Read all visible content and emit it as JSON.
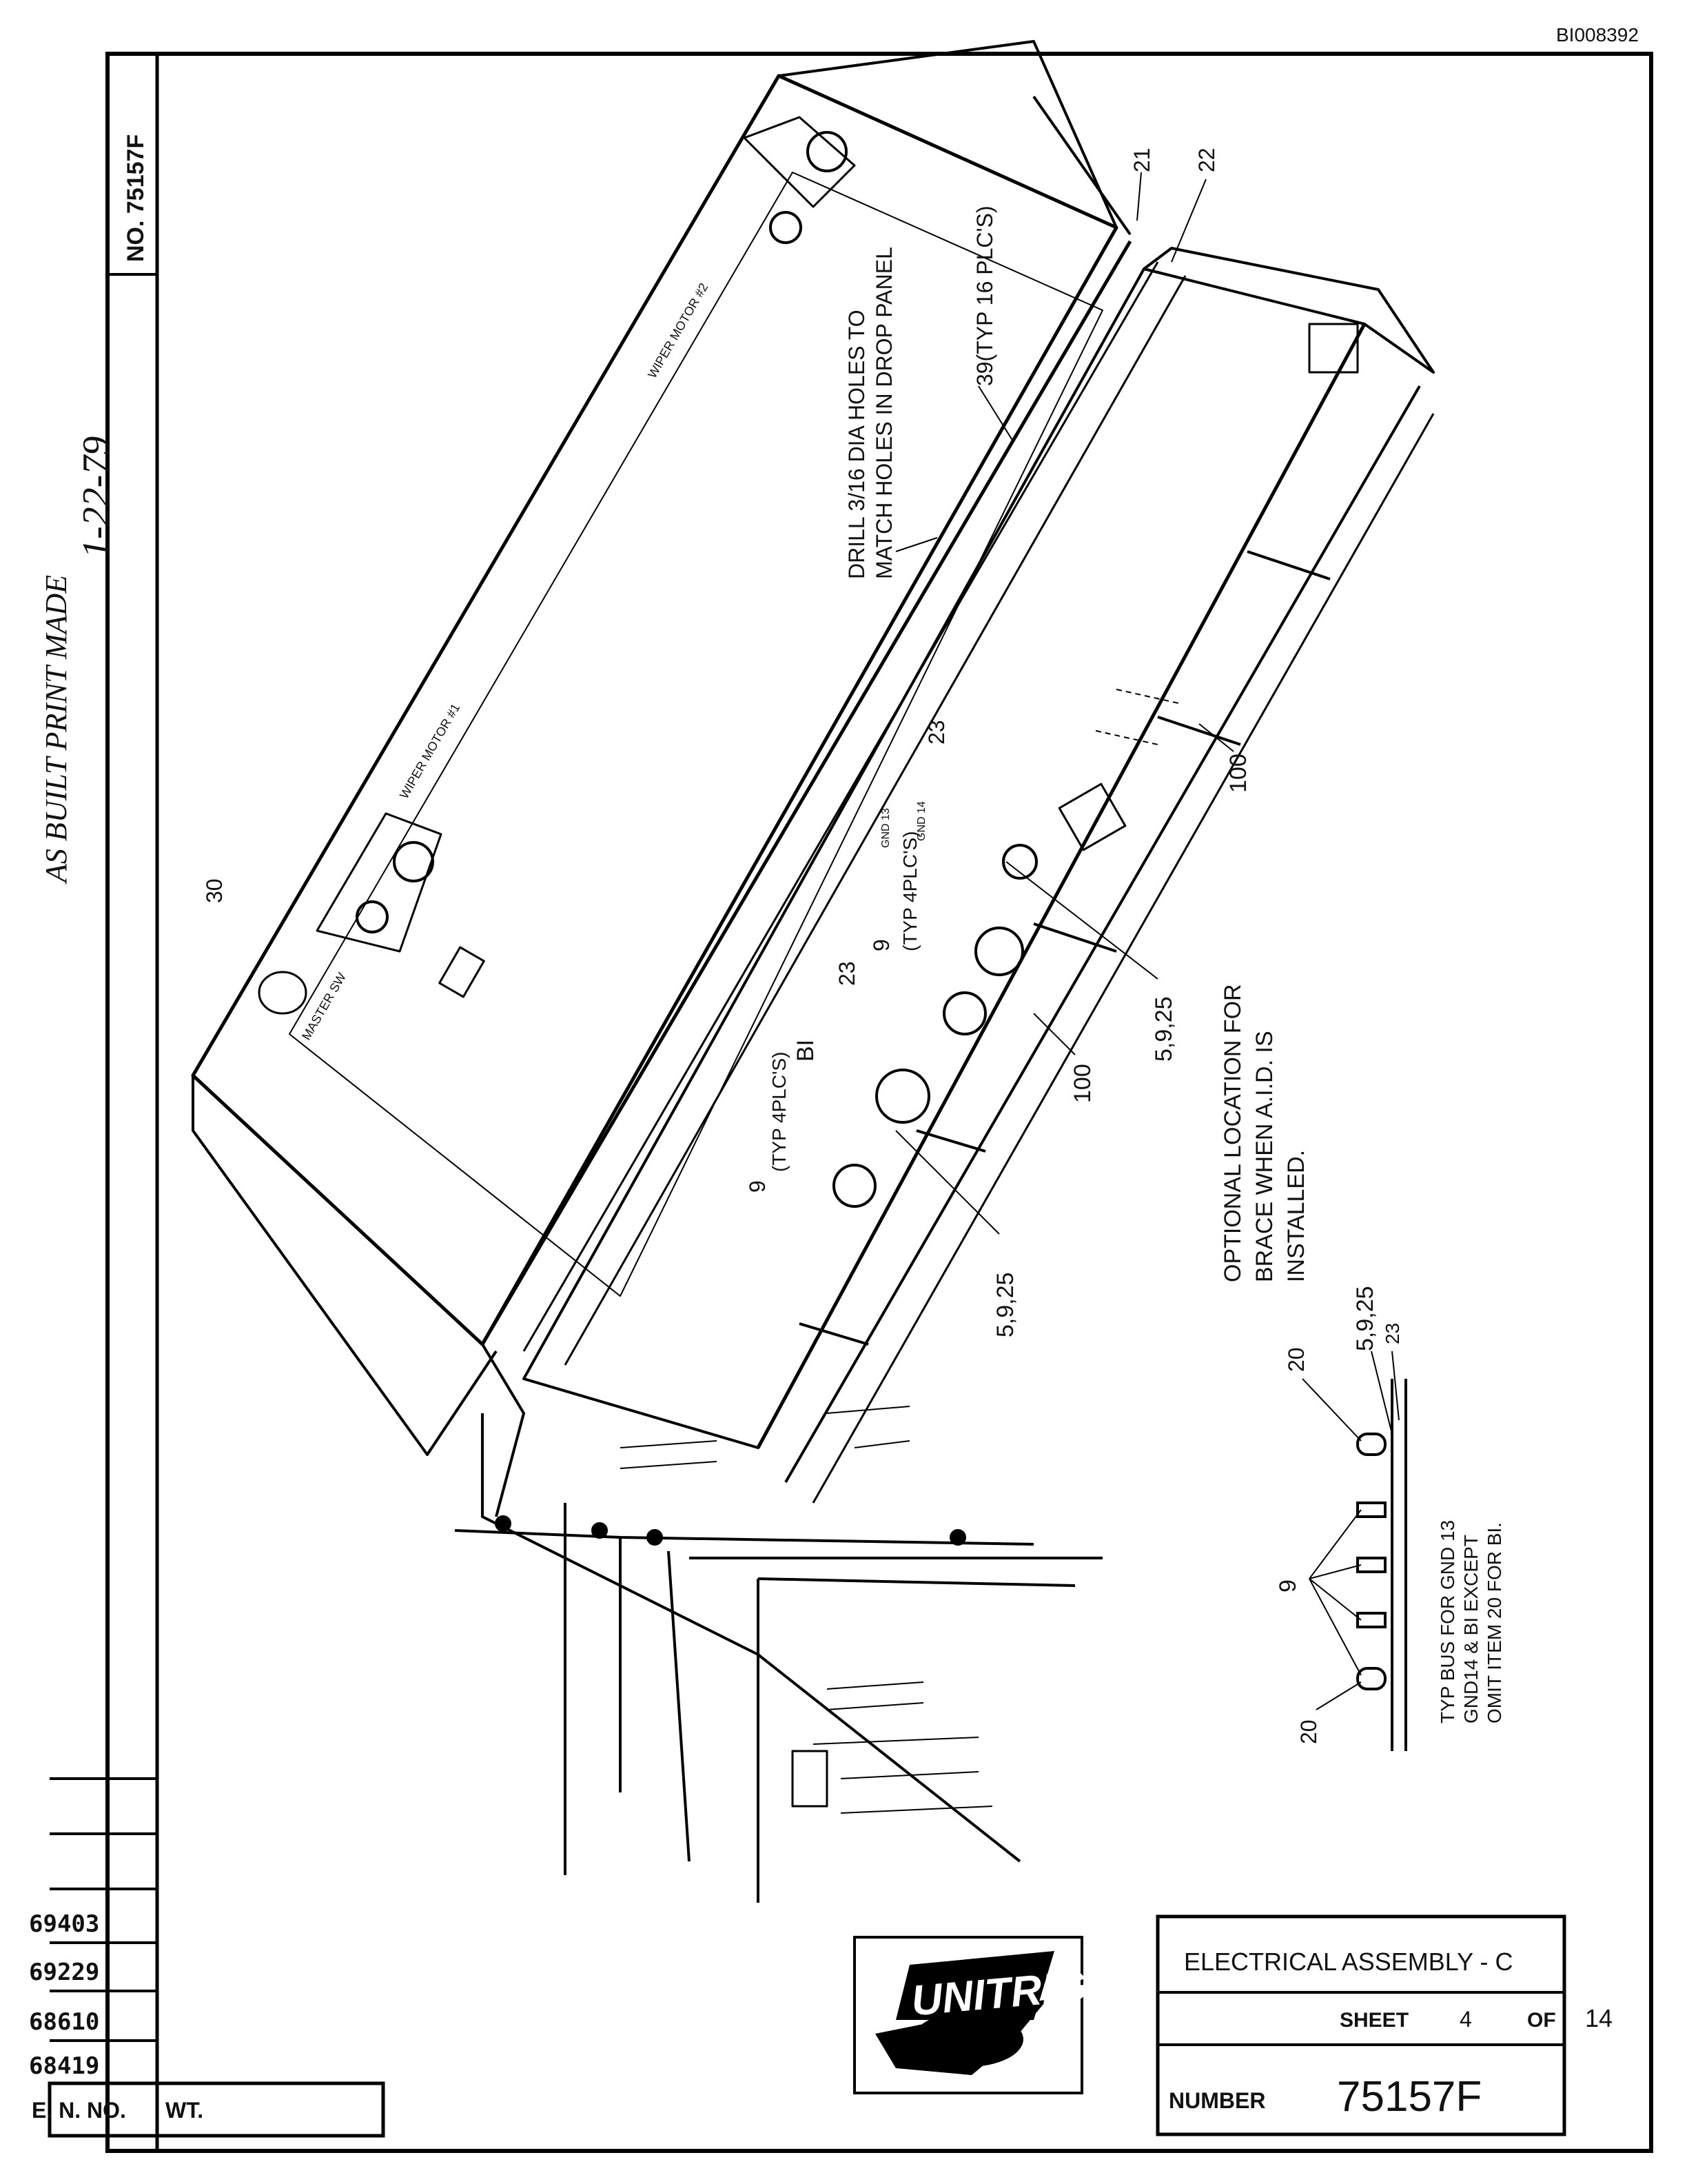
{
  "doc_id": "BI008392",
  "drawing_no_tab": "NO. 75157F",
  "handwritten_note": {
    "line1": "AS BUILT PRINT MADE",
    "line2": "1-22-79"
  },
  "callouts": {
    "c30": "30",
    "master_sw": "MASTER SW",
    "wiper1": "WIPER MOTOR #1",
    "wiper2": "WIPER MOTOR #2",
    "c21": "21",
    "c22": "22",
    "c39": "39(TYP 16 PLC'S)",
    "drill1": "DRILL 3/16 DIA HOLES TO",
    "drill2": "MATCH HOLES IN DROP PANEL",
    "c23a": "23",
    "c23b": "23",
    "c9a": "9",
    "c9b": "9",
    "typ4a": "(TYP 4PLC'S)",
    "typ4b": "(TYP 4PLC'S)",
    "bi": "BI",
    "gnd13": "GND 13",
    "gnd14": "GND 14",
    "c100a": "100",
    "c100b": "100",
    "c5925a": "5,9,25",
    "c5925b": "5,9,25",
    "c5925c": "5,9,25",
    "opt1": "OPTIONAL LOCATION FOR",
    "opt2": "BRACE WHEN A.I.D. IS",
    "opt3": "INSTALLED.",
    "d20a": "20",
    "d20b": "20",
    "d23": "23",
    "d9": "9",
    "bus1": "TYP BUS FOR GND 13",
    "bus2": "GND14 & BI EXCEPT",
    "bus3": "OMIT ITEM 20 FOR BI."
  },
  "revision_block": {
    "entries": [
      "69403",
      "69229",
      "68610",
      "68419"
    ],
    "col_en": "E. N. NO.",
    "col_wt": "WT."
  },
  "logo_text": "UNITRIG",
  "title_block": {
    "title": "ELECTRICAL ASSEMBLY - C",
    "sheet_label": "SHEET",
    "sheet_num": "4",
    "of_label": "OF",
    "sheet_total": "14",
    "number_label": "NUMBER",
    "number": "75157F"
  }
}
